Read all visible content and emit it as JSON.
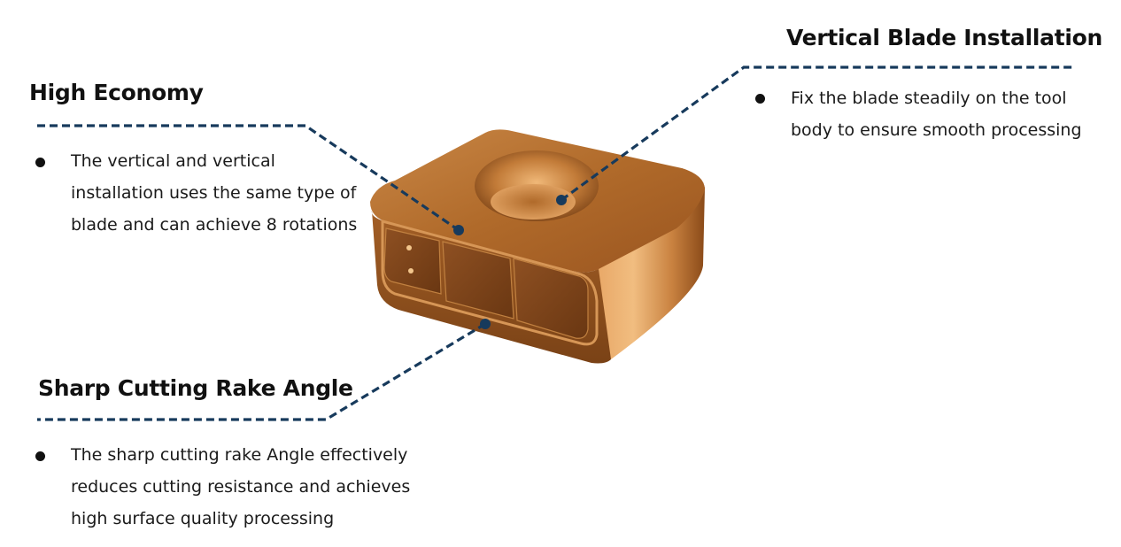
{
  "features": [
    {
      "id": "high-economy",
      "title": "High Economy",
      "lines": [
        "The vertical and vertical",
        "installation uses the same type of",
        "blade and can achieve 8 rotations"
      ]
    },
    {
      "id": "vertical-blade-installation",
      "title": "Vertical Blade Installation",
      "lines": [
        "Fix the blade steadily on the tool",
        "body to ensure smooth processing"
      ]
    },
    {
      "id": "sharp-cutting-rake-angle",
      "title": "Sharp Cutting Rake Angle",
      "lines": [
        "The sharp cutting rake Angle effectively",
        "reduces cutting resistance and achieves",
        "high surface quality processing"
      ]
    }
  ],
  "colors": {
    "leader_line": "#173a5c",
    "bronze_light": "#e0a060",
    "bronze_mid": "#b86e2e",
    "bronze_dark": "#6e3a12"
  }
}
